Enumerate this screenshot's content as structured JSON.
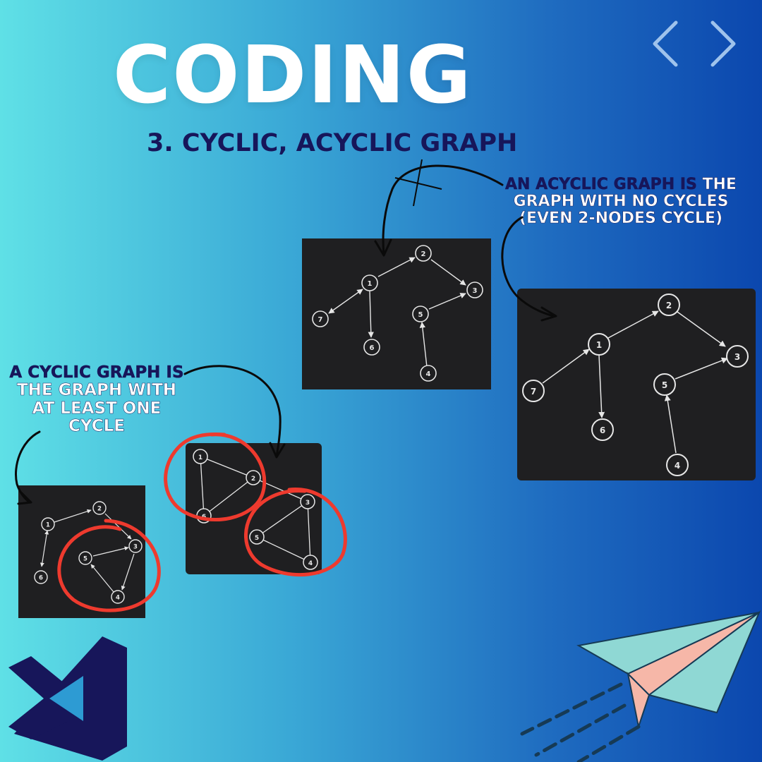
{
  "title": "CODING",
  "subtitle": "3. CYCLIC, ACYCLIC GRAPH",
  "acyclic_note": {
    "part1": "AN ACYCLIC GRAPH IS ",
    "part2": "THE GRAPH WITH NO CYCLES (EVEN 2-NODES CYCLE)"
  },
  "cyclic_note": {
    "part1": "A CYCLIC GRAPH IS ",
    "part2": "THE GRAPH WITH AT LEAST ONE CYCLE"
  },
  "colors": {
    "panel_bg": "#1f1f21",
    "node_stroke": "#e6e6e6",
    "highlight": "#ee3a2e",
    "title": "#ffffff",
    "subtitle": "#17165a",
    "brand_logo": "#17165a"
  },
  "icons": {
    "prev": "chevron-left-icon",
    "next": "chevron-right-icon",
    "brand": "visual-studio-logo-icon",
    "plane": "paper-plane-icon"
  },
  "graphs": {
    "acyclic_small": {
      "nodes": [
        {
          "id": "2"
        },
        {
          "id": "1"
        },
        {
          "id": "3"
        },
        {
          "id": "7"
        },
        {
          "id": "5"
        },
        {
          "id": "6"
        },
        {
          "id": "4"
        }
      ]
    },
    "acyclic_large": {
      "nodes": [
        {
          "id": "2"
        },
        {
          "id": "1"
        },
        {
          "id": "3"
        },
        {
          "id": "7"
        },
        {
          "id": "5"
        },
        {
          "id": "6"
        },
        {
          "id": "4"
        }
      ]
    },
    "cyclic_bottom": {
      "nodes": [
        {
          "id": "2"
        },
        {
          "id": "1"
        },
        {
          "id": "3"
        },
        {
          "id": "5"
        },
        {
          "id": "6"
        },
        {
          "id": "4"
        }
      ]
    },
    "cyclic_middle": {
      "nodes": [
        {
          "id": "1"
        },
        {
          "id": "2"
        },
        {
          "id": "6"
        },
        {
          "id": "3"
        },
        {
          "id": "5"
        },
        {
          "id": "4"
        }
      ]
    }
  }
}
